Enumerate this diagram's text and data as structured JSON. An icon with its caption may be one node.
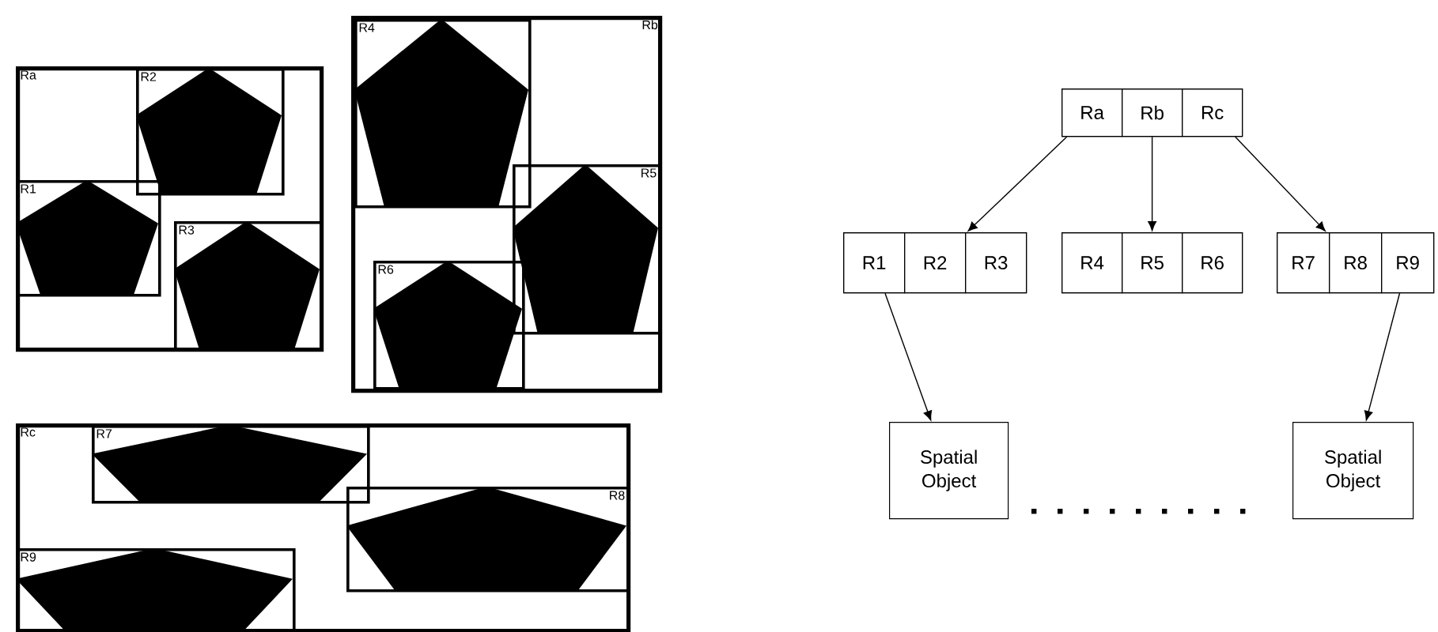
{
  "diagram": {
    "nodes": [
      {
        "text": [
          "Ra"
        ]
      },
      {
        "text": [
          "R1"
        ],
        "in": 0
      },
      {
        "text": [
          "R2"
        ],
        "in": 0
      },
      {
        "text": [
          "R3"
        ],
        "in": 0
      },
      {
        "text": [
          "Rb"
        ]
      },
      {
        "text": [
          "R4"
        ],
        "in": 4
      },
      {
        "text": [
          "R5"
        ],
        "in": 4
      },
      {
        "text": [
          "R6"
        ],
        "in": 4
      },
      {
        "text": [
          "Rc"
        ]
      },
      {
        "text": [
          "R7"
        ],
        "in": 8
      },
      {
        "text": [
          "R8"
        ],
        "in": 8
      },
      {
        "text": [
          "R9"
        ],
        "in": 8
      },
      {
        "text": [],
        "shape": "box"
      },
      {
        "text": [
          "Ra"
        ],
        "in": 12
      },
      {
        "text": [
          "Rb"
        ],
        "in": 12
      },
      {
        "text": [
          "Rc"
        ],
        "in": 12
      },
      {
        "text": [],
        "shape": "box"
      },
      {
        "text": [
          "R1"
        ],
        "in": 16
      },
      {
        "text": [
          "R2"
        ],
        "in": 16
      },
      {
        "text": [
          "R3"
        ],
        "in": 16
      },
      {
        "text": [],
        "shape": "box"
      },
      {
        "text": [
          "R4"
        ],
        "in": 20
      },
      {
        "text": [
          "R5"
        ],
        "in": 20
      },
      {
        "text": [
          "R6"
        ],
        "in": 20
      },
      {
        "text": [],
        "shape": "box"
      },
      {
        "text": [
          "R7"
        ],
        "in": 24
      },
      {
        "text": [
          "R8"
        ],
        "in": 24
      },
      {
        "text": [
          "R9"
        ],
        "in": 24
      },
      {
        "text": [
          "Spatial Object"
        ]
      },
      {
        "text": [
          "Spatial Object"
        ]
      }
    ],
    "edges": [
      {
        "from": 13,
        "to": 16,
        "arrow": "to"
      },
      {
        "from": 14,
        "to": 20,
        "arrow": "to"
      },
      {
        "from": 15,
        "to": 24,
        "arrow": "to"
      },
      {
        "from": 17,
        "to": 28,
        "arrow": "to"
      },
      {
        "from": 27,
        "to": 29,
        "arrow": "to"
      }
    ]
  }
}
